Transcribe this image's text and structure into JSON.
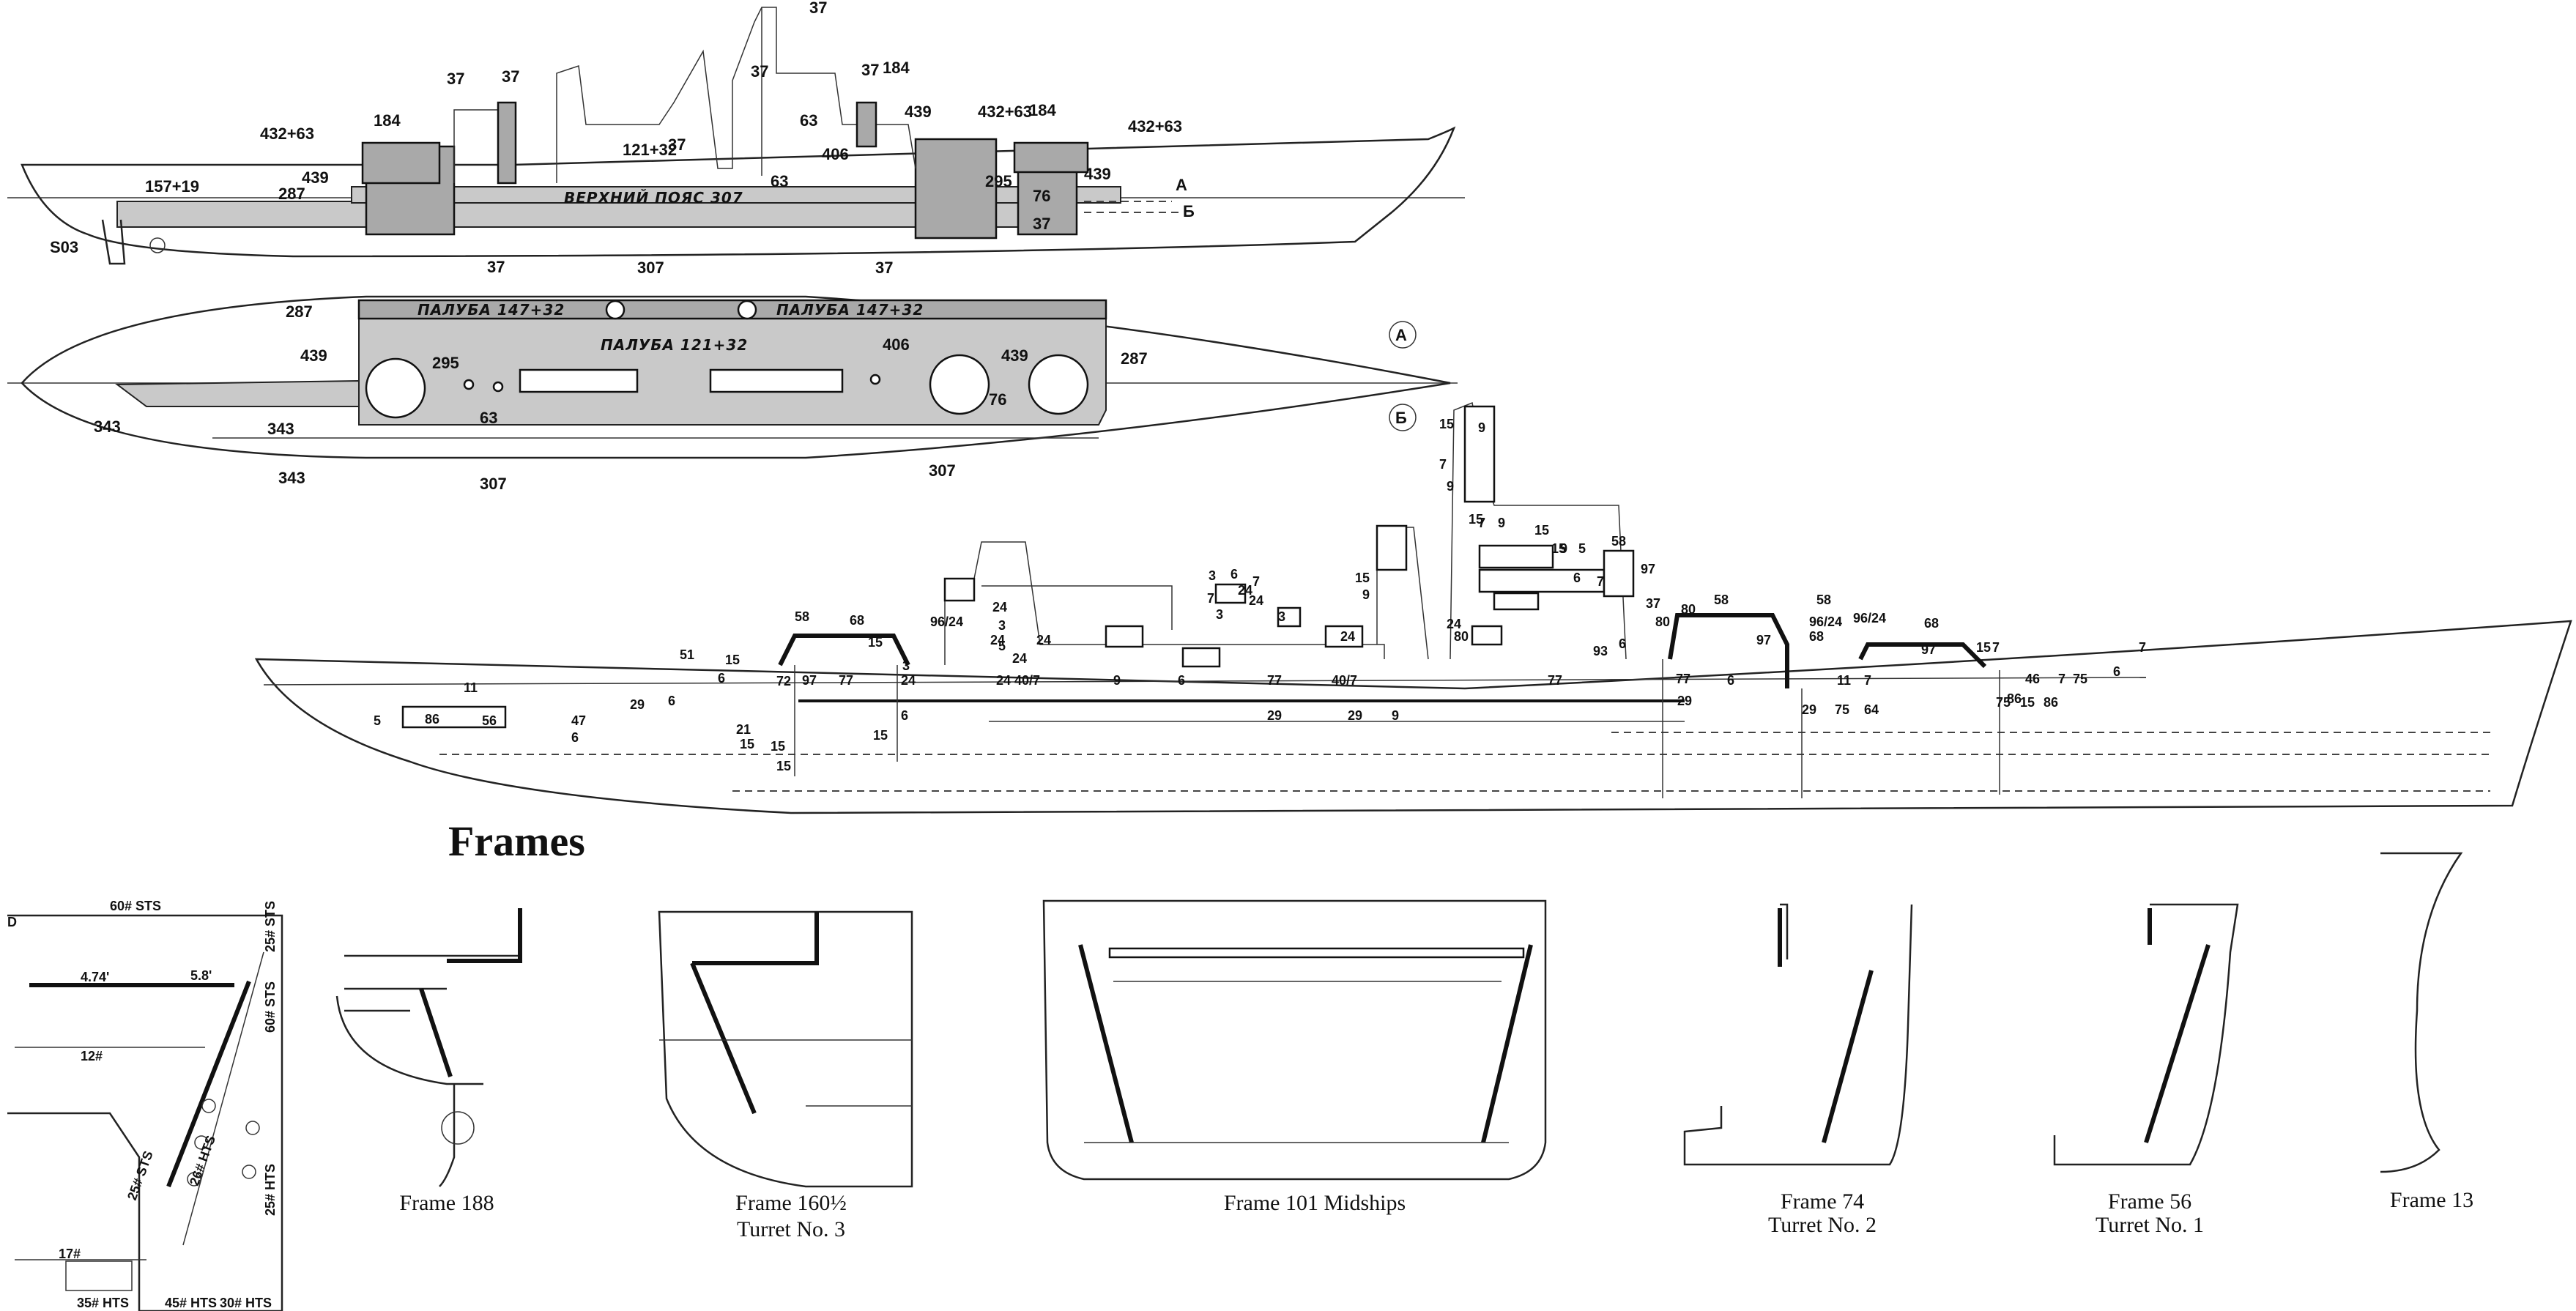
{
  "profile": {
    "ship_number": "S03",
    "belt_label": "ВЕРХНИЙ ПОЯС 307",
    "marker_a": "А",
    "marker_b": "Б",
    "labels": [
      "37",
      "37",
      "37",
      "184",
      "37",
      "37",
      "432+63",
      "184",
      "63",
      "439",
      "432+63",
      "184",
      "432+63",
      "121+32",
      "37",
      "439",
      "406",
      "63",
      "295",
      "439",
      "157+19",
      "287",
      "76",
      "37"
    ]
  },
  "deck_plan": {
    "deck_upper_left": "ПАЛУБА 147+32",
    "deck_upper_right": "ПАЛУБА 147+32",
    "deck_main": "ПАЛУБА 121+32",
    "section_a": "А",
    "section_b": "Б",
    "labels": [
      "37",
      "307",
      "37",
      "287",
      "439",
      "295",
      "406",
      "439",
      "287",
      "76",
      "63",
      "343",
      "343",
      "343",
      "307",
      "307"
    ]
  },
  "elevation": {
    "labels": [
      "15",
      "9",
      "7",
      "9",
      "15",
      "7",
      "9",
      "58",
      "97",
      "15",
      "15",
      "9",
      "5",
      "6",
      "7",
      "3",
      "6",
      "7",
      "7",
      "24",
      "24",
      "3",
      "15",
      "9",
      "24",
      "24",
      "80",
      "96/24",
      "58",
      "68",
      "15",
      "3",
      "5",
      "24",
      "24",
      "24",
      "24",
      "3",
      "93",
      "6",
      "37",
      "80",
      "58",
      "96/24",
      "58",
      "96/24",
      "15",
      "7",
      "68",
      "97",
      "80",
      "68",
      "97",
      "7",
      "15",
      "51",
      "11",
      "6",
      "72",
      "97",
      "77",
      "3",
      "24",
      "24",
      "40/7",
      "9",
      "6",
      "77",
      "40/7",
      "77",
      "77",
      "6",
      "11",
      "7",
      "46",
      "7",
      "75",
      "29",
      "6",
      "5",
      "6",
      "29",
      "29",
      "9",
      "29",
      "29",
      "75",
      "64",
      "75",
      "15",
      "86",
      "6",
      "86",
      "86",
      "56",
      "47",
      "6",
      "21",
      "15",
      "15",
      "15",
      "15"
    ]
  },
  "frames": {
    "heading": "Frames",
    "items": [
      {
        "caption": "Frame 188",
        "caption2": ""
      },
      {
        "caption": "Frame 160½",
        "caption2": "Turret No. 3"
      },
      {
        "caption": "Frame 101 Midships",
        "caption2": ""
      },
      {
        "caption": "Frame 74",
        "caption2": "Turret No. 2"
      },
      {
        "caption": "Frame 56",
        "caption2": "Turret No. 1"
      },
      {
        "caption": "Frame 13",
        "caption2": ""
      }
    ],
    "detail_labels": [
      "D",
      "60# STS",
      "25# STS",
      "4.74'",
      "5.8'",
      "60# STS",
      "12#",
      "25# STS",
      "26# HTS",
      "25# HTS",
      "17#",
      "35# HTS",
      "45# HTS",
      "30# HTS"
    ]
  }
}
